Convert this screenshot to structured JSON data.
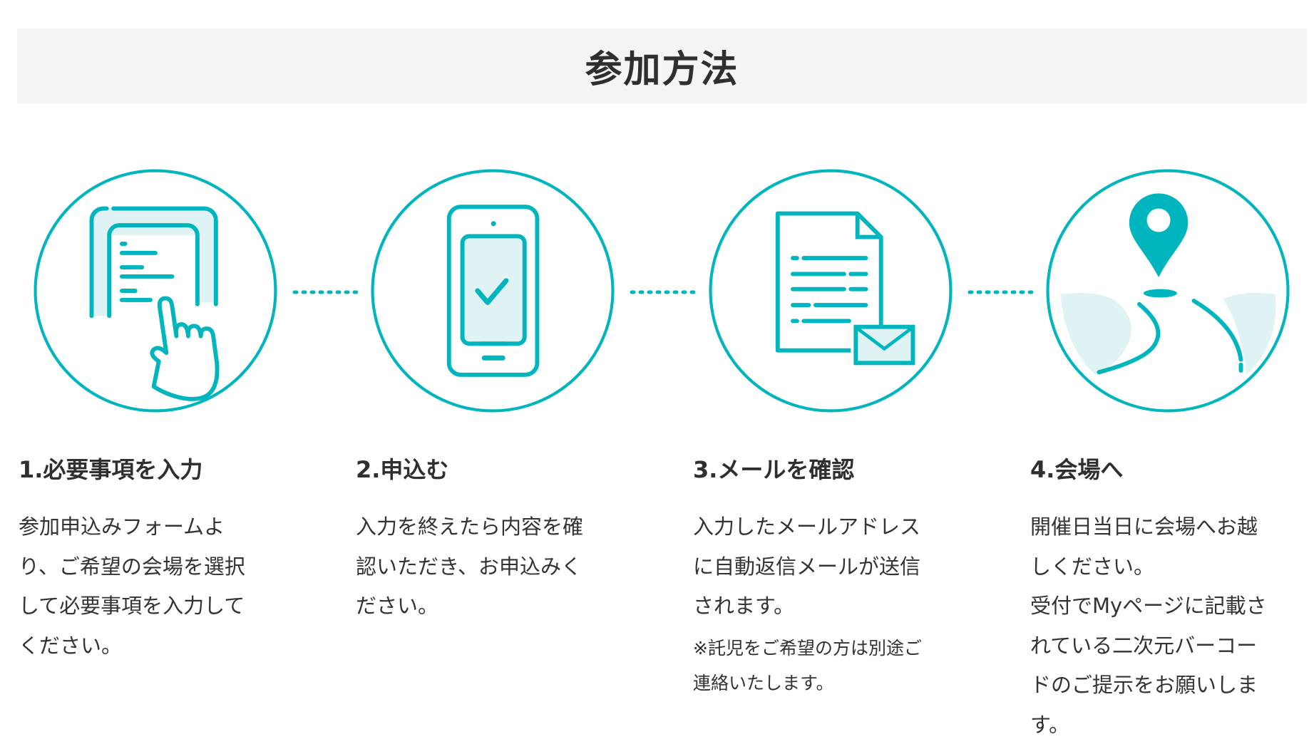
{
  "title": "参加方法",
  "colors": {
    "accent": "#00b5bd",
    "accent_light": "#dff3f4",
    "header_bg": "#f4f4f4",
    "text": "#333333"
  },
  "steps": [
    {
      "icon": "form-input-hand-icon",
      "heading": "1.必要事項を入力",
      "lines": [
        "参加申込みフォームよ",
        "り、ご希望の会場を選択",
        "して必要事項を入力して",
        "ください。"
      ]
    },
    {
      "icon": "smartphone-check-icon",
      "heading": "2.申込む",
      "lines": [
        "入力を終えたら内容を確",
        "認いただき、お申込みく",
        "ださい。"
      ]
    },
    {
      "icon": "document-mail-icon",
      "heading": "3.メールを確認",
      "lines": [
        "入力したメールアドレス",
        "に自動返信メールが送信",
        "されます。"
      ],
      "note": [
        "※託児をご希望の方は別途ご",
        "連絡いたします。"
      ]
    },
    {
      "icon": "location-pin-road-icon",
      "heading": "4.会場へ",
      "lines": [
        "開催日当日に会場へお越",
        "しください。",
        "受付でMyページに記載さ",
        "れている二次元バーコー",
        "ドのご提示をお願いしま",
        "す。"
      ]
    }
  ]
}
